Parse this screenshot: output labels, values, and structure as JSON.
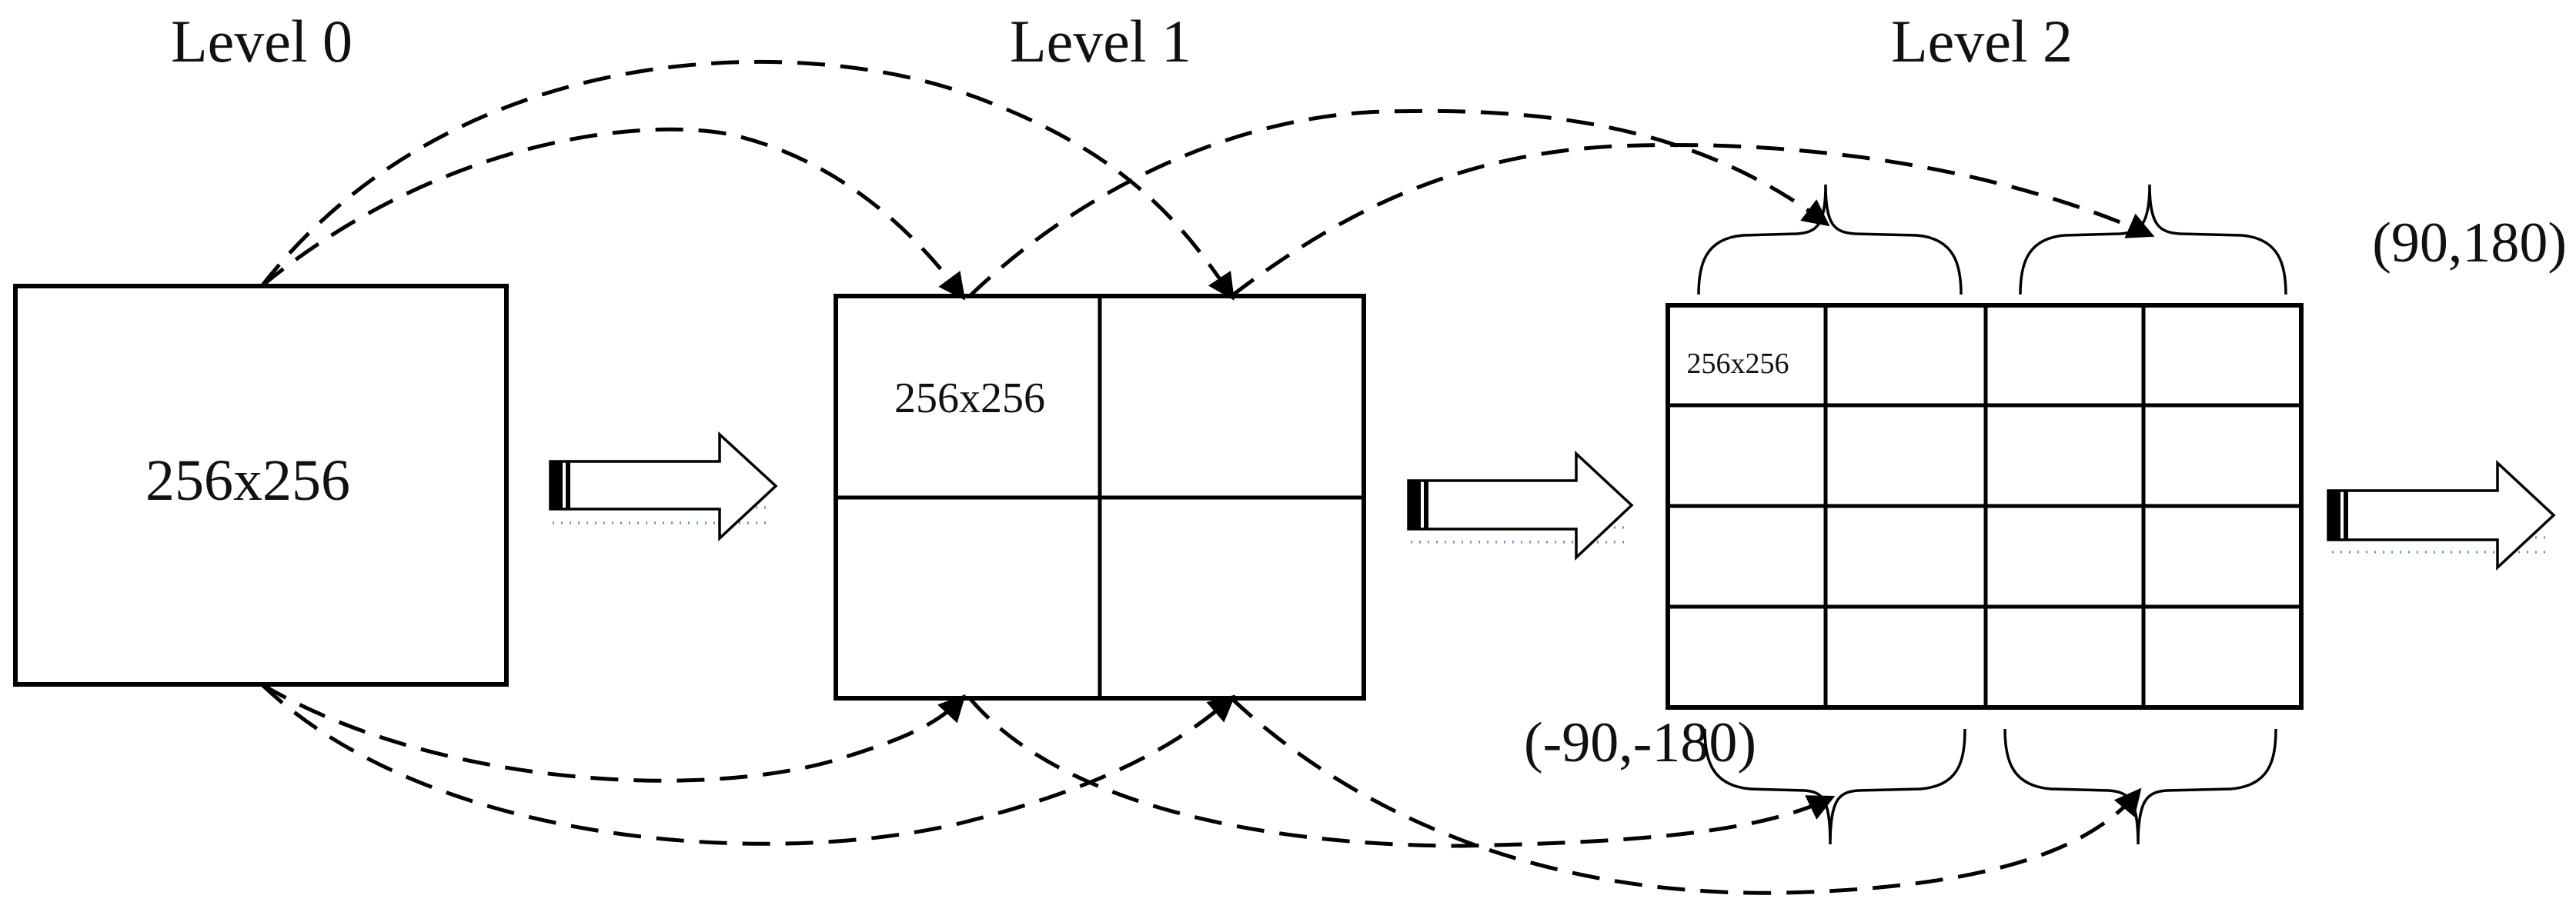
{
  "levels": [
    {
      "label": "Level 0"
    },
    {
      "label": "Level 1"
    },
    {
      "label": "Level 2"
    }
  ],
  "tile_size_label": "256x256",
  "level1_tile_label": "256x256",
  "level2_tile_label": "256x256",
  "corner_top_right": "(90,180)",
  "corner_bottom_left": "(-90,-180)",
  "colors": {
    "stroke": "#000000",
    "dot_fill": "#5b8fd6",
    "background": "#ffffff"
  }
}
